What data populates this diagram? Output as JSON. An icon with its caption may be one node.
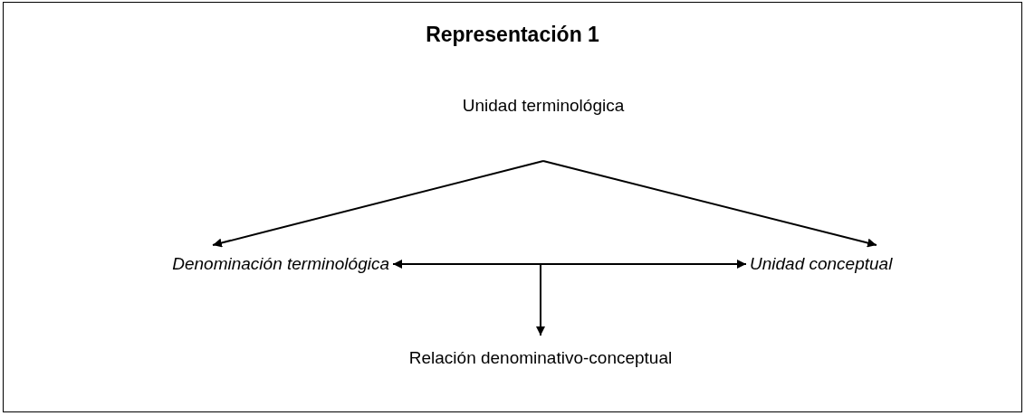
{
  "diagram": {
    "title": "Representación 1",
    "nodes": [
      {
        "text": [
          "Unidad terminológica"
        ]
      },
      {
        "text": [
          "Denominación terminológica"
        ]
      },
      {
        "text": [
          "Unidad conceptual"
        ]
      },
      {
        "text": [
          "Relación denominativo-conceptual"
        ]
      }
    ],
    "edges": [
      {
        "from": 0,
        "to": 1,
        "arrow": "to"
      },
      {
        "from": 0,
        "to": 2,
        "arrow": "to"
      },
      {
        "from": 1,
        "to": 2,
        "arrow": "both"
      },
      {
        "from": null,
        "to": 3,
        "arrow": "to"
      }
    ]
  }
}
